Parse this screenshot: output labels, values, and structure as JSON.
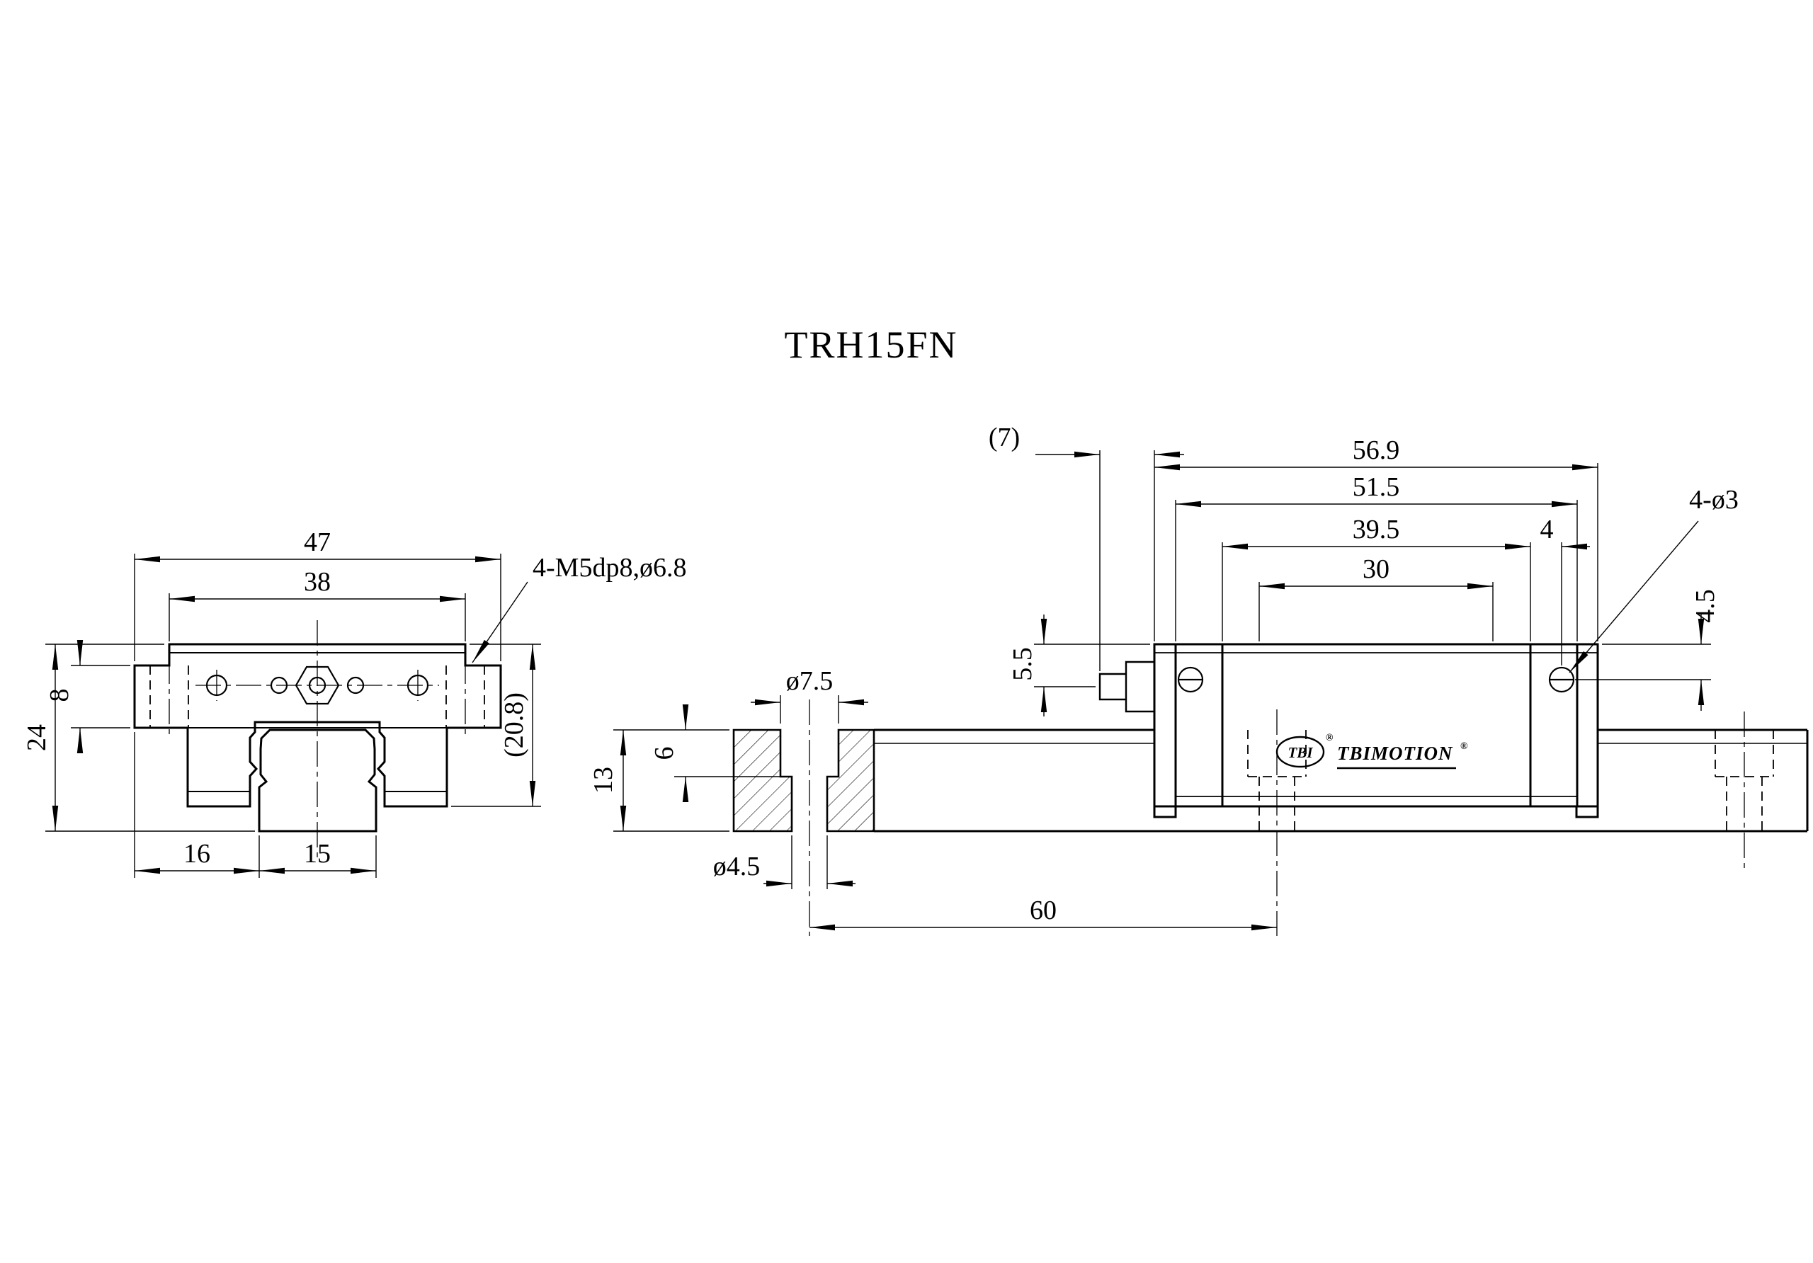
{
  "title": "TRH15FN",
  "front_view": {
    "dim_overall_width": "47",
    "dim_hole_span": "38",
    "dim_flange_thickness": "8",
    "dim_overall_height": "24",
    "dim_block_height": "(20.8)",
    "dim_edge_to_rail": "16",
    "dim_rail_width": "15",
    "callout_mount_holes": "4-M5dp8,ø6.8"
  },
  "side_view": {
    "dim_nipple": "(7)",
    "dim_total_length": "56.9",
    "dim_length_inner": "51.5",
    "dim_body_length": "39.5",
    "dim_hole_pitch": "30",
    "dim_hole_to_edge": "4",
    "dim_hole_top_offset": "4.5",
    "dim_nipple_offset": "5.5",
    "callout_side_holes": "4-ø3"
  },
  "rail_section": {
    "dim_counterbore_dia": "ø7.5",
    "dim_counterbore_depth": "6",
    "dim_rail_height": "13",
    "dim_bolt_hole_dia": "ø4.5",
    "dim_mount_pitch": "60"
  },
  "brand": {
    "logo_abbr": "TBI",
    "logo_name": "TBIMOTION",
    "reg": "®"
  }
}
